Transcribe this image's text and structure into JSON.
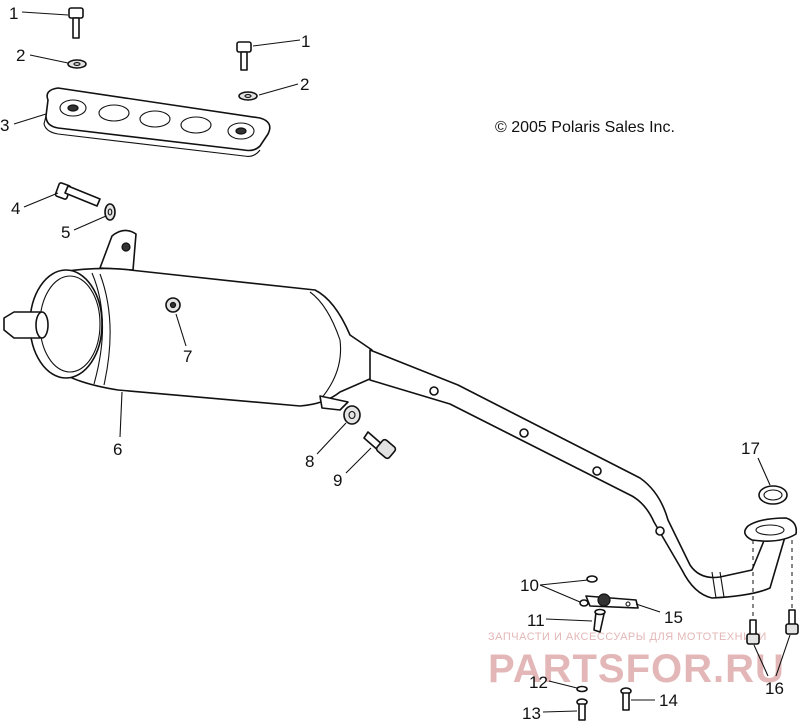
{
  "copyright": "© 2005 Polaris Sales Inc.",
  "callouts": {
    "c1a": "1",
    "c1b": "1",
    "c2a": "2",
    "c2b": "2",
    "c3": "3",
    "c4": "4",
    "c5": "5",
    "c6": "6",
    "c7": "7",
    "c8": "8",
    "c9": "9",
    "c10": "10",
    "c11": "11",
    "c12": "12",
    "c13": "13",
    "c14": "14",
    "c15": "15",
    "c16": "16",
    "c17": "17"
  },
  "watermark": {
    "tagline": "ЗАПЧАСТИ И АКСЕССУАРЫ ДЛЯ МОТОТЕХНИКИ",
    "brand": "PARTSFOR.RU"
  }
}
